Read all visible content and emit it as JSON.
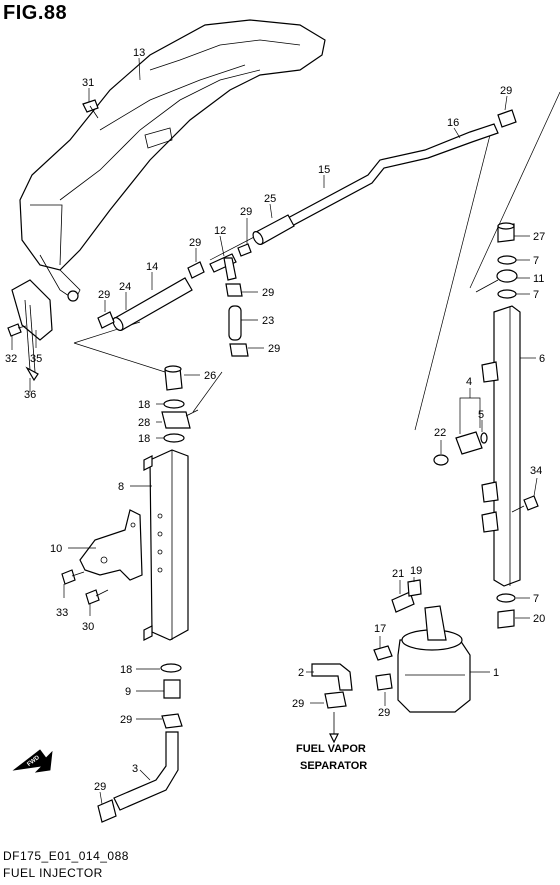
{
  "header": {
    "figure_id": "FIG.88"
  },
  "footer": {
    "drawing_code": "DF175_E01_014_088",
    "section_name": "FUEL INJECTOR"
  },
  "callout": {
    "line1": "FUEL VAPOR",
    "line2": "SEPARATOR"
  },
  "fwd_badge": "FWD",
  "parts": [
    {
      "no": "1"
    },
    {
      "no": "2"
    },
    {
      "no": "3"
    },
    {
      "no": "4"
    },
    {
      "no": "5"
    },
    {
      "no": "6"
    },
    {
      "no": "7"
    },
    {
      "no": "7"
    },
    {
      "no": "7"
    },
    {
      "no": "8"
    },
    {
      "no": "9"
    },
    {
      "no": "10"
    },
    {
      "no": "11"
    },
    {
      "no": "12"
    },
    {
      "no": "13"
    },
    {
      "no": "14"
    },
    {
      "no": "15"
    },
    {
      "no": "16"
    },
    {
      "no": "17"
    },
    {
      "no": "18"
    },
    {
      "no": "18"
    },
    {
      "no": "18"
    },
    {
      "no": "19"
    },
    {
      "no": "20"
    },
    {
      "no": "21"
    },
    {
      "no": "22"
    },
    {
      "no": "23"
    },
    {
      "no": "24"
    },
    {
      "no": "25"
    },
    {
      "no": "26"
    },
    {
      "no": "27"
    },
    {
      "no": "28"
    },
    {
      "no": "29"
    },
    {
      "no": "29"
    },
    {
      "no": "29"
    },
    {
      "no": "29"
    },
    {
      "no": "29"
    },
    {
      "no": "29"
    },
    {
      "no": "29"
    },
    {
      "no": "29"
    },
    {
      "no": "29"
    },
    {
      "no": "29"
    },
    {
      "no": "30"
    },
    {
      "no": "31"
    },
    {
      "no": "32"
    },
    {
      "no": "33"
    },
    {
      "no": "34"
    },
    {
      "no": "35"
    },
    {
      "no": "36"
    }
  ]
}
